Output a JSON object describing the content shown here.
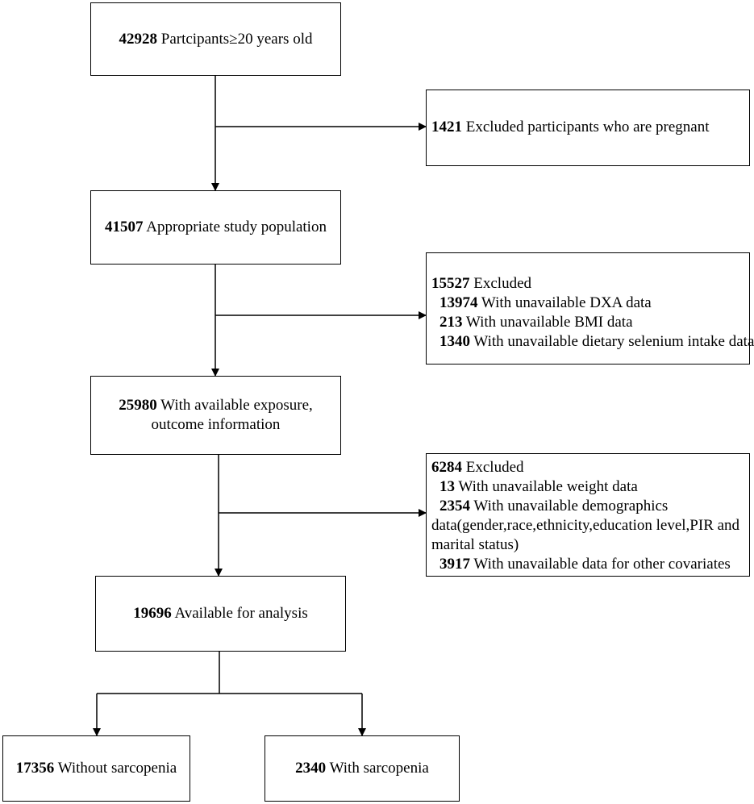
{
  "boxes": {
    "start": {
      "num": "42928",
      "text": "Partcipants≥20 years old"
    },
    "excl1": {
      "num": "1421",
      "text": "Excluded participants who are pregnant"
    },
    "pop": {
      "num": "41507",
      "text": "Appropriate study population"
    },
    "excl2": {
      "num": "15527",
      "text": "Excluded",
      "items": [
        {
          "num": "13974",
          "text": "With unavailable DXA data"
        },
        {
          "num": "213",
          "text": "With unavailable BMI data"
        },
        {
          "num": "1340",
          "text": "With unavailable dietary selenium intake data"
        }
      ]
    },
    "exposure": {
      "num": "25980",
      "text": "With available exposure,",
      "text2": "outcome information"
    },
    "excl3": {
      "num": "6284",
      "text": "Excluded",
      "item1": {
        "num": "13",
        "text": " With unavailable weight data"
      },
      "item2": {
        "num": "2354",
        "text": "With unavailable demographics"
      },
      "item2_cont": "data(gender,race,ethnicity,education level,PIR and",
      "item2_cont2": "marital status)",
      "item3": {
        "num": "3917",
        "text": " With unavailable data for other covariates"
      }
    },
    "analysis": {
      "num": "19696",
      "text": "Available for analysis"
    },
    "without": {
      "num": "17356",
      "text": "Without sarcopenia"
    },
    "with": {
      "num": "2340",
      "text": "With sarcopenia"
    }
  }
}
